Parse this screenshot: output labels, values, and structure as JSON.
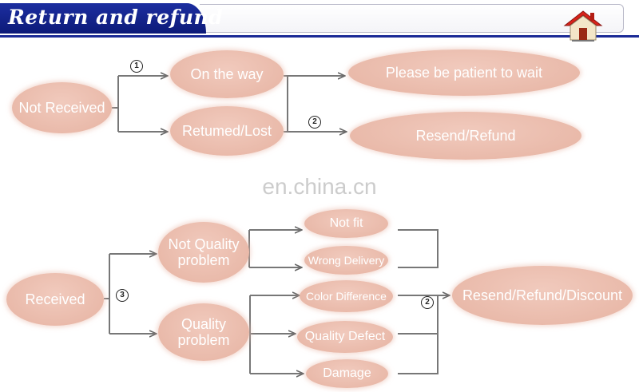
{
  "banner": {
    "title": "Return and refund",
    "home_icon": "home-icon"
  },
  "watermark": "en.china.cn",
  "badges": {
    "one": "1",
    "two": "2",
    "three": "3"
  },
  "top": {
    "not_received": "Not Received",
    "on_the_way": "On the way",
    "returned_lost": "Retumed/Lost",
    "wait": "Please be patient to wait",
    "resend_refund": "Resend/Refund"
  },
  "bottom": {
    "received": "Received",
    "not_quality": "Not Quality problem",
    "quality": "Quality problem",
    "not_fit": "Not fit",
    "wrong_delivery": "Wrong Delivery",
    "color_difference": "Color Difference",
    "quality_defect": "Quality Defect",
    "damage": "Damage",
    "resolution": "Resend/Refund/Discount"
  },
  "colors": {
    "node": "#e6b3a2",
    "banner": "#0c1a78",
    "line": "#777777"
  }
}
